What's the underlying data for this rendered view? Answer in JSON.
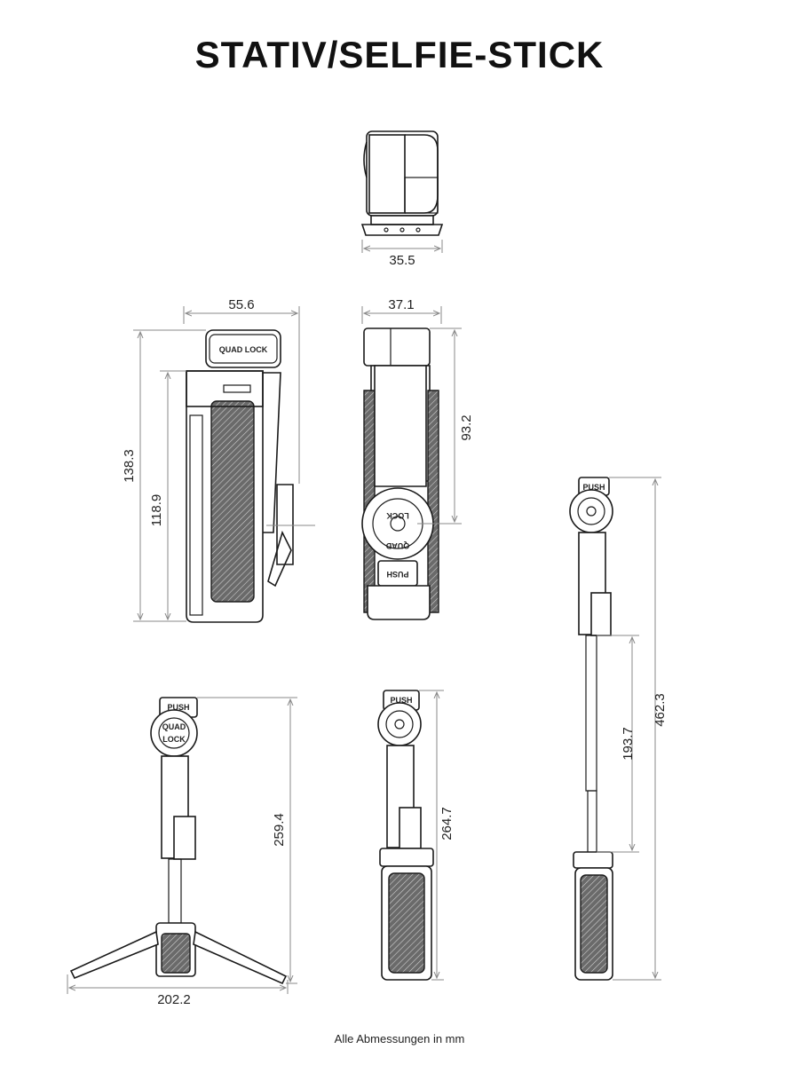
{
  "title": "STATIV/SELFIE-STICK",
  "footer": "Alle Abmessungen in mm",
  "brand": {
    "logo": "QUAD LOCK",
    "push": "PUSH",
    "quad": "QUAD",
    "lock": "LOCK"
  },
  "dimensions": {
    "top_width": "35.5",
    "side_width": "55.6",
    "side_height_total": "138.3",
    "side_height_body": "118.9",
    "front_width": "37.1",
    "front_height_head": "93.2",
    "tripod_height": "259.4",
    "tripod_width": "202.2",
    "stick_height": "264.7",
    "extended_pole": "193.7",
    "extended_height": "462.3"
  },
  "colors": {
    "line": "#1a1a1a",
    "dimension": "#8a8a8a",
    "background": "#ffffff"
  }
}
